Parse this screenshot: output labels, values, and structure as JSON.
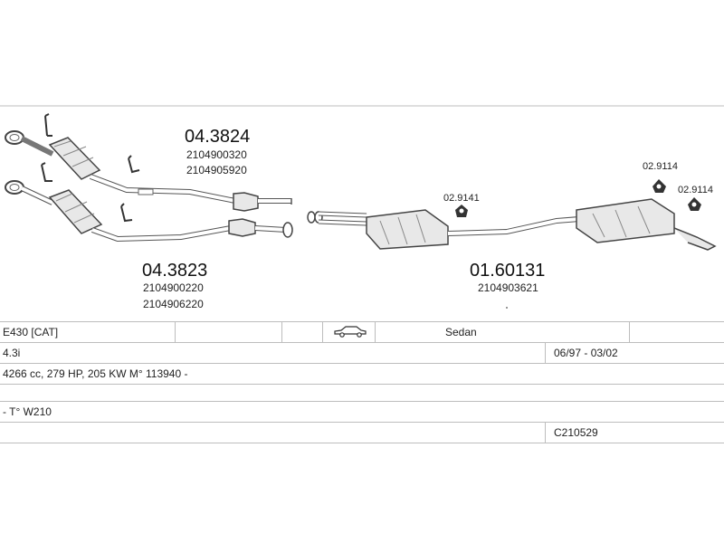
{
  "parts": {
    "front_upper": {
      "code": "04.3824",
      "numbers": [
        "2104900320",
        "2104905920"
      ]
    },
    "front_lower": {
      "code": "04.3823",
      "numbers": [
        "2104900220",
        "2104906220"
      ]
    },
    "rear": {
      "code": "01.60131",
      "numbers": [
        "2104903621"
      ]
    },
    "hangers": [
      {
        "code": "02.9141"
      },
      {
        "code": "02.9114"
      },
      {
        "code": "02.9114"
      }
    ]
  },
  "vehicle": {
    "model": "E430  [CAT]",
    "body": "Sedan",
    "engine": "4.3i",
    "dates": "06/97 - 03/02",
    "spec": "4266 cc, 279 HP, 205 KW M° 113940 -",
    "chassis": "- T° W210",
    "reference": "C210529"
  },
  "icons": [
    "sedan-car-icon",
    "hanger-clamp-icon",
    "rubber-mount-icon"
  ]
}
